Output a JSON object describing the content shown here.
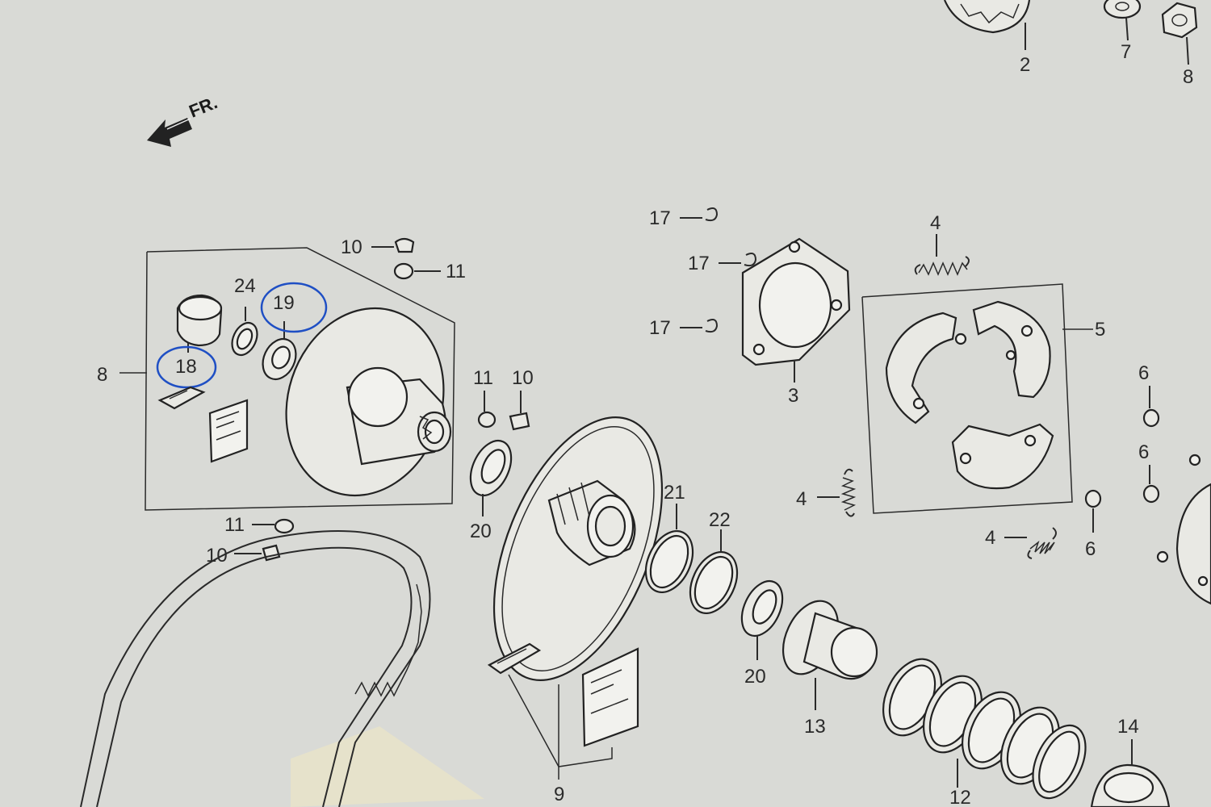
{
  "direction_label": "FR.",
  "colors": {
    "paper": "#d9dad6",
    "ink": "#2a2a2a",
    "highlight_circle": "#1f4fc4"
  },
  "callouts": {
    "c2": "2",
    "c7": "7",
    "c8_top": "8",
    "c17_a": "17",
    "c17_b": "17",
    "c17_c": "17",
    "c4_top": "4",
    "c5": "5",
    "c3": "3",
    "c10_top": "10",
    "c11_top": "11",
    "c24": "24",
    "c19": "19",
    "c18": "18",
    "c8": "8",
    "c11_mid": "11",
    "c10_mid": "10",
    "c6_a": "6",
    "c6_b": "6",
    "c6_c": "6",
    "c4_mid": "4",
    "c4_low": "4",
    "c21": "21",
    "c22": "22",
    "c20_left": "20",
    "c20_right": "20",
    "c11_low": "11",
    "c10_low": "10",
    "c13": "13",
    "c14": "14",
    "c12": "12",
    "c9": "9"
  },
  "highlighted_parts": [
    "18",
    "19"
  ]
}
